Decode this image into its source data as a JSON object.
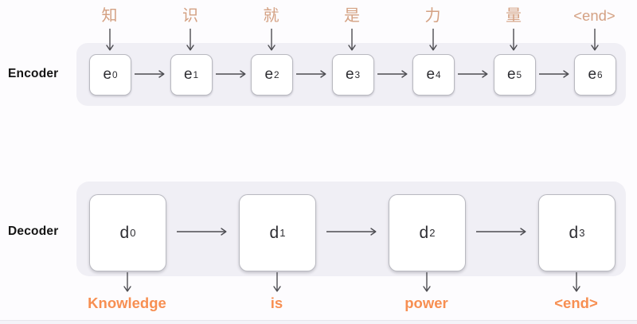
{
  "colors": {
    "background": "#fdfcfe",
    "panel": "#f0eff5",
    "input_token": "#d4a183",
    "output_token": "#f78f52",
    "arrow": "#4d4d52",
    "box_fill": "#ffffff",
    "box_border": "#b9b9c0",
    "box_text": "#2e2e33",
    "label_text": "#141414",
    "bottom_strip": "#f4f3f8",
    "bottom_line": "#e7e6ec"
  },
  "encoder": {
    "label": "Encoder",
    "inputs": [
      "知",
      "识",
      "就",
      "是",
      "力",
      "量",
      "<end>"
    ],
    "units": [
      {
        "base": "e",
        "sub": "0"
      },
      {
        "base": "e",
        "sub": "1"
      },
      {
        "base": "e",
        "sub": "2"
      },
      {
        "base": "e",
        "sub": "3"
      },
      {
        "base": "e",
        "sub": "4"
      },
      {
        "base": "e",
        "sub": "5"
      },
      {
        "base": "e",
        "sub": "6"
      }
    ]
  },
  "decoder": {
    "label": "Decoder",
    "units": [
      {
        "base": "d",
        "sub": "0"
      },
      {
        "base": "d",
        "sub": "1"
      },
      {
        "base": "d",
        "sub": "2"
      },
      {
        "base": "d",
        "sub": "3"
      }
    ],
    "outputs": [
      "Knowledge",
      "is",
      "power",
      "<end>"
    ]
  }
}
